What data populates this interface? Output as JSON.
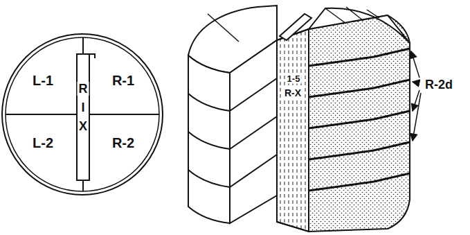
{
  "diagram": {
    "labels": [
      "L-1",
      "R-1",
      "L-2",
      "R-2",
      "R",
      "I",
      "X",
      "1-5",
      "R-X",
      "R-2d"
    ]
  }
}
